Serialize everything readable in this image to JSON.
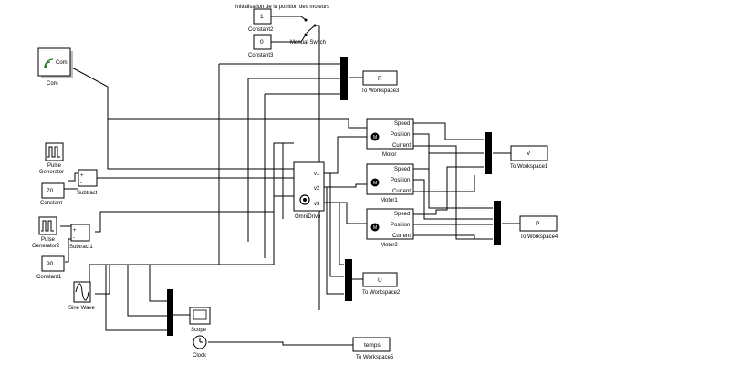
{
  "title": "Initialisation de la position des moteurs",
  "blocks": {
    "com": {
      "icon_text": "Com",
      "label": "Com"
    },
    "constant2": {
      "value": "1",
      "label": "Constant2"
    },
    "constant3": {
      "value": "0",
      "label": "Constant3"
    },
    "manual_switch": {
      "label": "Manual Switch"
    },
    "pulse1": {
      "label_line1": "Pulse",
      "label_line2": "Generator"
    },
    "constant": {
      "value": "70",
      "label": "Constant"
    },
    "subtract": {
      "label": "Subtract",
      "plus": "+",
      "minus": "-"
    },
    "pulse2": {
      "label_line1": "Pulse",
      "label_line2": "Generator2"
    },
    "subtract1": {
      "label": "Subtract1",
      "plus": "+",
      "minus": "-"
    },
    "constant1": {
      "value": "90",
      "label": "Constant1"
    },
    "sine": {
      "label": "Sine Wave"
    },
    "omnidrive": {
      "label": "OmniDrive",
      "ports": [
        "v1",
        "v2",
        "v3"
      ]
    },
    "motor": {
      "label": "Motor",
      "ports": [
        "Speed",
        "Position",
        "Current"
      ]
    },
    "motor1": {
      "label": "Motor1",
      "ports": [
        "Speed",
        "Position",
        "Current"
      ]
    },
    "motor2": {
      "label": "Motor2",
      "ports": [
        "Speed",
        "Position",
        "Current"
      ]
    },
    "ws3": {
      "var": "R",
      "label": "To Workspace3"
    },
    "ws1": {
      "var": "V",
      "label": "To Workspace1"
    },
    "ws4": {
      "var": "P",
      "label": "To Workspace4"
    },
    "ws2": {
      "var": "U",
      "label": "To Workspace2"
    },
    "ws5": {
      "var": "temps",
      "label": "To Workspace5"
    },
    "scope": {
      "label": "Scope"
    },
    "clock": {
      "label": "Clock"
    }
  },
  "colors": {
    "line": "#000000",
    "shadow": "#bdbdbd",
    "com_icon": "#2a7a2a"
  }
}
